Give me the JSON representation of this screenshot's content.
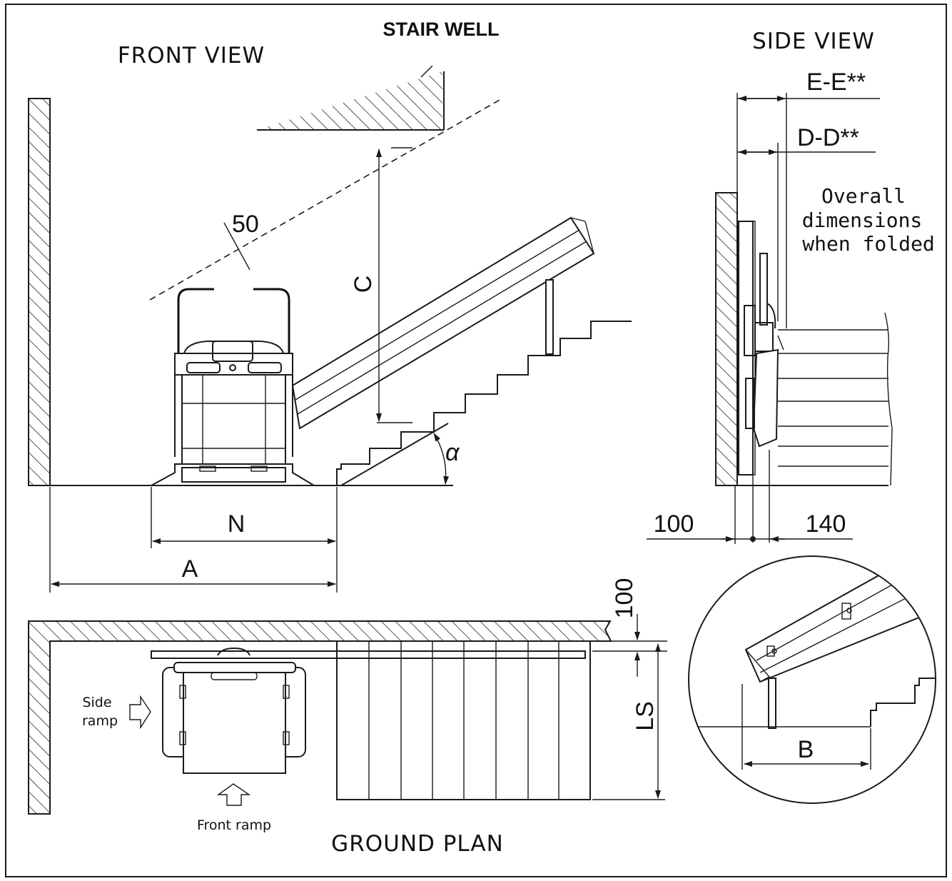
{
  "labels": {
    "stair_well": "STAIR WELL",
    "front_view": "FRONT VIEW",
    "side_view": "SIDE VIEW",
    "ground_plan": "GROUND PLAN",
    "dim_50": "50",
    "dim_c": "C",
    "dim_alpha": "α",
    "dim_n": "N",
    "dim_a": "A",
    "dim_ee": "E-E**",
    "dim_dd": "D-D**",
    "folded_line1": "Overall",
    "folded_line2": "dimensions",
    "folded_line3": "when folded",
    "dim_100_side": "100",
    "dim_140": "140",
    "dim_100_plan": "100",
    "dim_ls": "LS",
    "dim_b": "B",
    "side_ramp_line1": "Side",
    "side_ramp_line2": "ramp",
    "front_ramp": "Front ramp"
  },
  "colors": {
    "line": "#1a1a1a",
    "background": "#ffffff"
  }
}
